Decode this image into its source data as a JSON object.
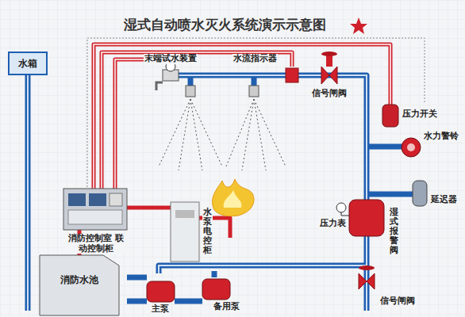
{
  "diagram": {
    "title": "湿式自动喷水灭火系统演示示意图",
    "nodes": [
      {
        "text": [
          "水箱"
        ]
      },
      {
        "text": [
          "消防水池"
        ]
      }
    ],
    "labels": [
      "末端试水装置",
      "水流指示器",
      "信号闸阀",
      "压力开关",
      "水力警铃",
      "延迟器",
      "压力表",
      "湿式报警阀",
      "信号闸阀",
      "消防控制室 联动控制柜",
      "水泵电控柜",
      "主泵",
      "备用泵"
    ]
  }
}
